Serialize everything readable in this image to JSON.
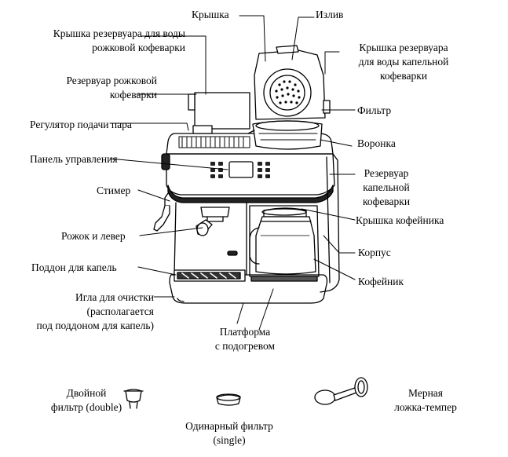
{
  "diagram": {
    "labels": {
      "lid": "Крышка",
      "spout": "Излив",
      "espresso_tank_lid": [
        "Крышка резервуара для воды",
        "рожковой кофеварки"
      ],
      "drip_tank_lid": [
        "Крышка резервуара",
        "для воды капельной",
        "кофеварки"
      ],
      "espresso_tank": [
        "Резервуар рожковой",
        "кофеварки"
      ],
      "filter": "Фильтр",
      "steam_regulator": "Регулятор подачи пара",
      "funnel": "Воронка",
      "control_panel": "Панель управления",
      "drip_tank": [
        "Резервуар",
        "капельной",
        "кофеварки"
      ],
      "steamer": "Стимер",
      "carafe_lid": "Крышка кофейника",
      "portafilter": "Рожок и левер",
      "housing": "Корпус",
      "drip_tray": "Поддон для капель",
      "carafe": "Кофейник",
      "cleaning_needle": [
        "Игла для очистки",
        "(располагается",
        "под поддоном для капель)"
      ],
      "warming_plate": [
        "Платформа",
        "с подогревом"
      ],
      "double_filter": [
        "Двойной",
        "фильтр (double)"
      ],
      "single_filter": [
        "Одинарный фильтр",
        "(single)"
      ],
      "spoon_tamper": [
        "Мерная",
        "ложка-темпер"
      ]
    }
  }
}
